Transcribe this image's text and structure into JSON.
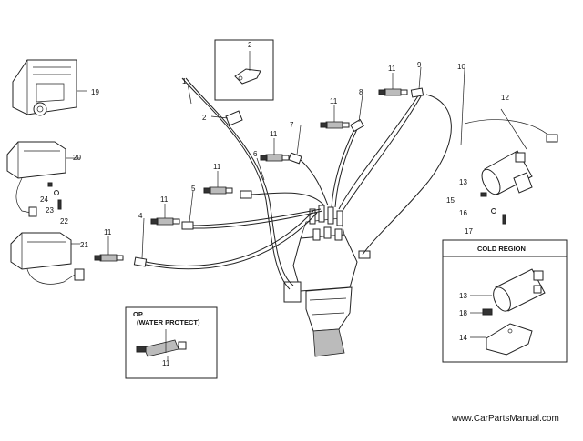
{
  "callouts": [
    {
      "id": "c19",
      "text": "19"
    },
    {
      "id": "c20",
      "text": "20"
    },
    {
      "id": "c24",
      "text": "24"
    },
    {
      "id": "c23",
      "text": "23"
    },
    {
      "id": "c22",
      "text": "22"
    },
    {
      "id": "c21",
      "text": "21"
    },
    {
      "id": "c1",
      "text": "1"
    },
    {
      "id": "c2a",
      "text": "2"
    },
    {
      "id": "c2b",
      "text": "2"
    },
    {
      "id": "c3",
      "text": "3"
    },
    {
      "id": "c4",
      "text": "4"
    },
    {
      "id": "c5",
      "text": "5"
    },
    {
      "id": "c6",
      "text": "6"
    },
    {
      "id": "c7",
      "text": "7"
    },
    {
      "id": "c8",
      "text": "8"
    },
    {
      "id": "c9",
      "text": "9"
    },
    {
      "id": "c10",
      "text": "10"
    },
    {
      "id": "c11a",
      "text": "11"
    },
    {
      "id": "c11b",
      "text": "11"
    },
    {
      "id": "c11c",
      "text": "11"
    },
    {
      "id": "c11d",
      "text": "11"
    },
    {
      "id": "c11e",
      "text": "11"
    },
    {
      "id": "c11f",
      "text": "11"
    },
    {
      "id": "c11g",
      "text": "11"
    },
    {
      "id": "c12",
      "text": "12"
    },
    {
      "id": "c13a",
      "text": "13"
    },
    {
      "id": "c15",
      "text": "15"
    },
    {
      "id": "c16",
      "text": "16"
    },
    {
      "id": "c17",
      "text": "17"
    },
    {
      "id": "c13b",
      "text": "13"
    },
    {
      "id": "c18",
      "text": "18"
    },
    {
      "id": "c14",
      "text": "14"
    }
  ],
  "boxes": {
    "op_line1": "OP.",
    "op_line2": "(WATER PROTECT)",
    "cold_region": "COLD REGION"
  },
  "watermark": "www.CarPartsManual.com"
}
